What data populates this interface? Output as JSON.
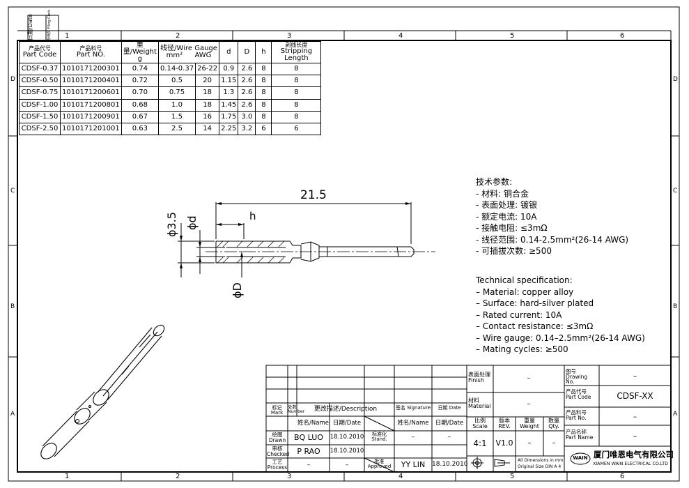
{
  "margin_cells": {
    "date": "日期/Date",
    "filing_clerk": "存档员 Filing Clerk"
  },
  "zones": {
    "columns": [
      "1",
      "2",
      "3",
      "4",
      "5",
      "6"
    ],
    "rows": [
      "D",
      "C",
      "B",
      "A"
    ]
  },
  "parts_table": {
    "headers": {
      "part_code_cn": "产品代号",
      "part_code": "Part Code",
      "part_no_cn": "产品料号",
      "part_no": "Part NO.",
      "weight": "重量/Weight",
      "weight_unit": "g",
      "wire_gauge": "线径/Wire Gauge",
      "mm2": "mm²",
      "awg": "AWG",
      "d": "d",
      "D": "D",
      "h": "h",
      "strip_cn": "剥线长度",
      "strip": "Stripping Length"
    },
    "rows": [
      {
        "code": "CDSF-0.37",
        "part_no": "1010171200301",
        "weight": "0.74",
        "mm2": "0.14-0.37",
        "awg": "26-22",
        "d": "0.9",
        "D": "2.6",
        "h": "8",
        "strip": "8"
      },
      {
        "code": "CDSF-0.50",
        "part_no": "1010171200401",
        "weight": "0.72",
        "mm2": "0.5",
        "awg": "20",
        "d": "1.15",
        "D": "2.6",
        "h": "8",
        "strip": "8"
      },
      {
        "code": "CDSF-0.75",
        "part_no": "1010171200601",
        "weight": "0.70",
        "mm2": "0.75",
        "awg": "18",
        "d": "1.3",
        "D": "2.6",
        "h": "8",
        "strip": "8"
      },
      {
        "code": "CDSF-1.00",
        "part_no": "1010171200801",
        "weight": "0.68",
        "mm2": "1.0",
        "awg": "18",
        "d": "1.45",
        "D": "2.6",
        "h": "8",
        "strip": "8"
      },
      {
        "code": "CDSF-1.50",
        "part_no": "1010171200901",
        "weight": "0.67",
        "mm2": "1.5",
        "awg": "16",
        "d": "1.75",
        "D": "3.0",
        "h": "8",
        "strip": "8"
      },
      {
        "code": "CDSF-2.50",
        "part_no": "1010171201001",
        "weight": "0.63",
        "mm2": "2.5",
        "awg": "14",
        "d": "2.25",
        "D": "3.2",
        "h": "6",
        "strip": "6"
      }
    ]
  },
  "dimensions": {
    "length": "21.5",
    "outer_dia": "ϕ3.5",
    "inner_d": "ϕd",
    "h": "h",
    "outer_D": "ϕD"
  },
  "specs_cn": {
    "title": "技术参数:",
    "items": [
      "- 材料: 铜合金",
      "- 表面处理: 镀银",
      "- 额定电流: 10A",
      "- 接触电阻: ≤3mΩ",
      "- 线径范围: 0.14-2.5mm²(26-14 AWG)",
      "- 可插拔次数: ≥500"
    ]
  },
  "specs_en": {
    "title": "Technical specification:",
    "items": [
      "– Material: copper alloy",
      "– Surface: hard-silver plated",
      "– Rated current: 10A",
      "– Contact resistance: ≤3mΩ",
      "– Wire gauge: 0.14–2.5mm²(26-14 AWG)",
      "– Mating cycles: ≥500"
    ]
  },
  "title_block": {
    "mark": "标记 Mark",
    "number": "处数 Number",
    "description": "更改描述/Description",
    "signature": "签名 Signature",
    "date_hdr": "日期 Date",
    "name_hdr": "姓名/Name",
    "date_hdr2": "日期/Date",
    "stand": "标准化 Stand.",
    "drawn": "绘图 Drawn",
    "drawn_name": "BQ LUO",
    "drawn_date": "18.10.2010",
    "stand_name": "–",
    "checked": "审核 Checked",
    "checked_name": "P RAO",
    "checked_date": "18.10.2010",
    "process": "工艺 Process",
    "process_name": "–",
    "process_date": "–",
    "approved": "批准 Approved",
    "approved_name": "YY LIN",
    "approved_date": "18.10.2010",
    "name_hdr2": "姓名/Name",
    "date_hdr3": "日期/Date",
    "sig_dash": "–",
    "date_dash": "–",
    "finish": "表面处理 Finish",
    "finish_val": "–",
    "material": "材料 Material",
    "material_val": "–",
    "scale": "比例 Scale",
    "scale_val": "4:1",
    "rev": "版本 REV.",
    "rev_val": "V1.0",
    "weight": "重量 Weight",
    "weight_val": "–",
    "qty": "数量 Qty.",
    "qty_val": "–",
    "dims_note_1": "All Dimensions in mm",
    "dims_note_2": "Original Size DIN A 4",
    "drawing_no": "图号 Drawing No.",
    "drawing_no_val": "–",
    "part_code": "产品代号 Part Code",
    "part_code_val": "CDSF-XX",
    "part_no": "产品料号 Part No.",
    "part_no_val": "–",
    "part_name": "产品名称 Part Name",
    "part_name_val": "–",
    "company_cn": "厦门唯恩电气有限公司",
    "company_en": "XIAMEN WAIN ELECTRICAL CO.LTD",
    "logo": "WAIN"
  }
}
